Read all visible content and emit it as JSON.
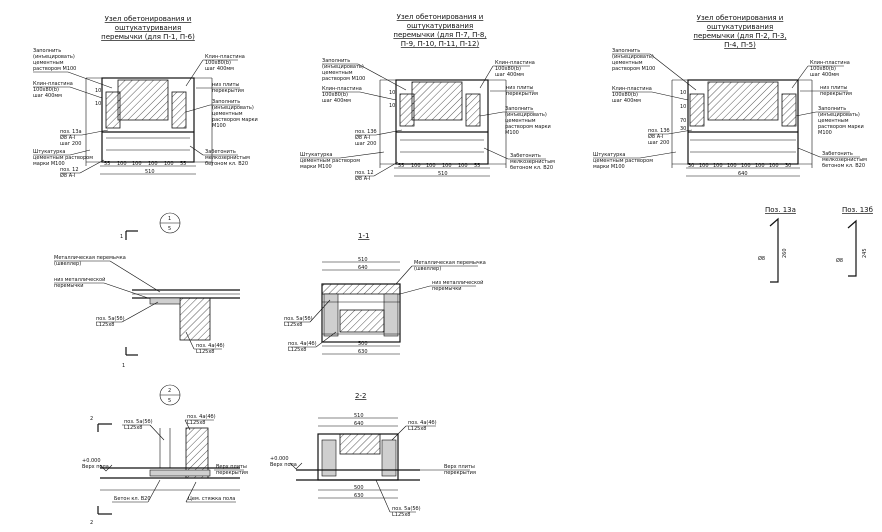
{
  "nodes": [
    {
      "title": [
        "Узел обетонирования и",
        "оштукатуривания",
        "перемычки (для П-1, П-6)"
      ],
      "labels_left": [
        [
          "Заполнить",
          "(инъецировать)",
          "цементным",
          "раствором М100"
        ],
        [
          "Клин-пластина",
          "100х80(b)",
          "шаг 400мм"
        ],
        [
          "поз. 13а",
          "Ø8 А-I",
          "шаг 200"
        ],
        [
          "Штукатурка",
          "цементным раствором",
          "марки М100"
        ],
        [
          "поз. 12",
          "Ø8 А-I"
        ]
      ],
      "labels_right": [
        [
          "Клин-пластина",
          "100х80(b)",
          "шаг 400мм"
        ],
        [
          "низ плиты",
          "перекрытия"
        ],
        [
          "Заполнить",
          "(инъецировать)",
          "цементным",
          "раствором марки",
          "М100"
        ],
        [
          "Забетонить",
          "мелкозернистым",
          "бетоном кл. В20"
        ]
      ],
      "dims_bottom": [
        "55",
        "100",
        "100",
        "100",
        "100",
        "55"
      ],
      "total": "510"
    },
    {
      "title": [
        "Узел обетонирования и",
        "оштукатуривания",
        "перемычки (для П-7, П-8,",
        "П-9, П-10, П-11, П-12)"
      ],
      "labels_left": [
        [
          "Заполнить",
          "(инъецировать)",
          "цементным",
          "раствором М100"
        ],
        [
          "Клин-пластина",
          "100х80(b)",
          "шаг 400мм"
        ],
        [
          "поз. 13б",
          "Ø8 А-I",
          "шаг 200"
        ],
        [
          "Штукатурка",
          "цементным раствором",
          "марки М100"
        ],
        [
          "поз. 12",
          "Ø8 А-I"
        ]
      ],
      "labels_right": [
        [
          "Клин-пластина",
          "100х80(b)",
          "шаг 400мм"
        ],
        [
          "низ плиты",
          "перекрытия"
        ],
        [
          "Заполнить",
          "(инъецировать)",
          "цементным",
          "раствором марки",
          "М100"
        ],
        [
          "Забетонить",
          "мелкозернистым",
          "бетоном кл. В20"
        ]
      ],
      "dims_bottom": [
        "55",
        "100",
        "100",
        "100",
        "100",
        "55"
      ],
      "total": "510"
    },
    {
      "title": [
        "Узел обетонирования и",
        "оштукатуривания",
        "перемычки (для П-2, П-3,",
        "П-4, П-5)"
      ],
      "labels_left": [
        [
          "Заполнить",
          "(инъецировать)",
          "цементным",
          "раствором М100"
        ],
        [
          "Клин-пластина",
          "100х80(b)",
          "шаг 400мм"
        ],
        [
          "поз. 13б",
          "Ø8 А-I",
          "шаг 200"
        ],
        [
          "Штукатурка",
          "цементным раствором",
          "марки М100"
        ]
      ],
      "labels_right": [
        [
          "Клин-пластина",
          "100х80(b)",
          "шаг 400мм"
        ],
        [
          "низ плиты",
          "перекрытия"
        ],
        [
          "Заполнить",
          "(инъецировать)",
          "цементным",
          "раствором марки",
          "М100"
        ],
        [
          "Забетонить",
          "мелкозернистым",
          "бетоном кл. В20"
        ]
      ],
      "dims_bottom": [
        "30",
        "100",
        "100",
        "100",
        "100",
        "100",
        "100",
        "30"
      ],
      "total": "640"
    }
  ],
  "dims_small": [
    "10",
    "10",
    "70",
    "30"
  ],
  "pos": [
    "Поз. 13а",
    "Поз. 13б"
  ],
  "pos_dims": [
    "Ø8",
    "Ø8",
    "260",
    "245"
  ],
  "sec1": {
    "marker": [
      "1",
      "5"
    ],
    "cut": "1",
    "labels": [
      "Металлическая перемычка",
      "(швеллер)",
      "низ металлической",
      "перемычки",
      "поз. 5а(5б)",
      "L125х8",
      "поз. 4а(4б)",
      "L125х8"
    ]
  },
  "sec2": {
    "marker": [
      "2",
      "5"
    ],
    "cut": "2",
    "labels": [
      "поз. 5а(5б)",
      "L125х8",
      "поз. 4а(4б)",
      "L125х8",
      "+0.000",
      "Верх пола",
      "Верх плиты",
      "перекрытия",
      "Бетон кл. В20",
      "Цем. стяжка пола"
    ]
  },
  "view11": {
    "title": "1-1",
    "dims": [
      "510",
      "640",
      "500",
      "630"
    ],
    "labels": [
      "Металлическая перемычка",
      "(швеллер)",
      "низ металлической",
      "перемычки",
      "поз. 5а(5б)",
      "L125х8",
      "поз. 4а(4б)",
      "L125х8"
    ]
  },
  "view22": {
    "title": "2-2",
    "dims": [
      "510",
      "640",
      "500",
      "630"
    ],
    "labels": [
      "поз. 4а(4б)",
      "L125х8",
      "+0.000",
      "Верх пола",
      "Верх плиты",
      "перекрытия",
      "поз. 5а(5б)",
      "L125х8"
    ]
  }
}
